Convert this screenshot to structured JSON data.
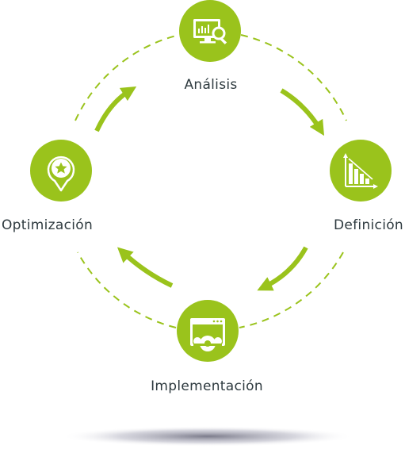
{
  "cycle": {
    "accent_color": "#9ac31c",
    "stages": [
      {
        "label": "Análisis",
        "icon": "monitor-magnifier-icon"
      },
      {
        "label": "Definición",
        "icon": "descending-chart-icon"
      },
      {
        "label": "Implementación",
        "icon": "browser-gear-icon"
      },
      {
        "label": "Optimización",
        "icon": "star-pin-icon"
      }
    ],
    "connector_style": "dashed circle with curved arrows clockwise"
  }
}
